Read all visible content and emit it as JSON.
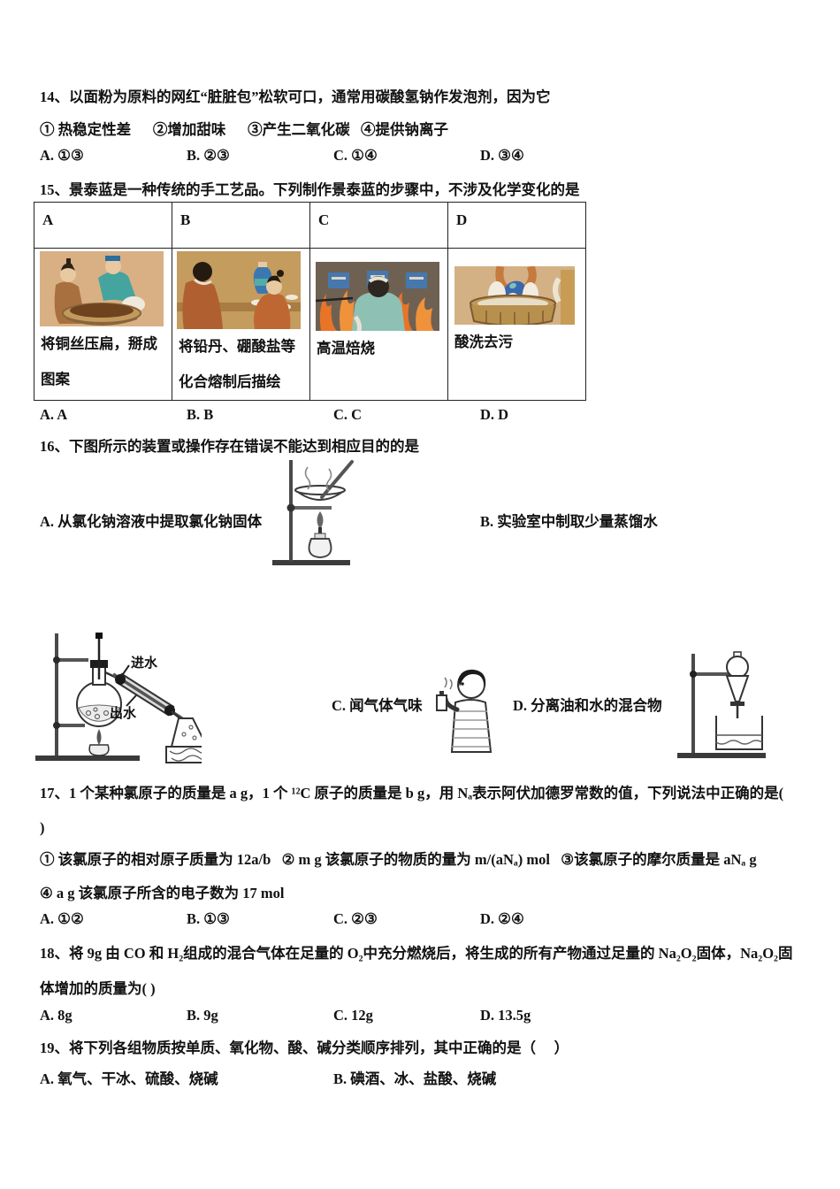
{
  "q14": {
    "stem": "14、以面粉为原料的网红“脏脏包”松软可口，通常用碳酸氢钠作发泡剂，因为它",
    "items": "① 热稳定性差      ②增加甜味      ③产生二氧化碳   ④提供钠离子",
    "options": [
      "A. ①③",
      "B. ②③",
      "C. ①④",
      "D. ③④"
    ]
  },
  "q15": {
    "stem": "15、景泰蓝是一种传统的手工艺品。下列制作景泰蓝的步骤中，不涉及化学变化的是",
    "table": {
      "headers": [
        "A",
        "B",
        "C",
        "D"
      ],
      "captions": [
        "将铜丝压扁，掰成图案",
        "将铅丹、硼酸盐等化合熔制后描绘",
        "高温焙烧",
        "酸洗去污"
      ]
    },
    "options": [
      "A. A",
      "B. B",
      "C. C",
      "D. D"
    ]
  },
  "q16": {
    "stem": "16、下图所示的装置或操作存在错误不能达到相应目的的是",
    "option_a": "A. 从氯化钠溶液中提取氯化钠固体",
    "option_b": "B. 实验室中制取少量蒸馏水",
    "option_c": "C. 闻气体气味",
    "option_d": "D. 分离油和水的混合物",
    "labels": {
      "water_in": "进水",
      "water_out": "出水"
    }
  },
  "q17": {
    "stem_line1": "17、1 个某种氯原子的质量是 a g，1 个 ¹²C 原子的质量是 b g，用 Nₐ表示阿伏加德罗常数的值，下列说法中正确的是(",
    "stem_line2": ")",
    "items_line1": "① 该氯原子的相对原子质量为 12a/b   ② m g 该氯原子的物质的量为 m/(aNₐ) mol   ③该氯原子的摩尔质量是 aNₐ g",
    "items_line2": "④ a g 该氯原子所含的电子数为 17 mol",
    "options": [
      "A. ①②",
      "B. ①③",
      "C. ②③",
      "D. ②④"
    ]
  },
  "q18": {
    "stem_line1": "18、将 9g 由 CO 和 H₂组成的混合气体在足量的 O₂中充分燃烧后，将生成的所有产物通过足量的 Na₂O₂固体，Na₂O₂固",
    "stem_line2": "体增加的质量为( )",
    "options": [
      "A. 8g",
      "B. 9g",
      "C. 12g",
      "D. 13.5g"
    ]
  },
  "q19": {
    "stem": "19、将下列各组物质按单质、氧化物、酸、碱分类顺序排列，其中正确的是（     ）",
    "options": [
      "A. 氧气、干冰、硫酸、烧碱",
      "B. 碘酒、冰、盐酸、烧碱"
    ]
  }
}
